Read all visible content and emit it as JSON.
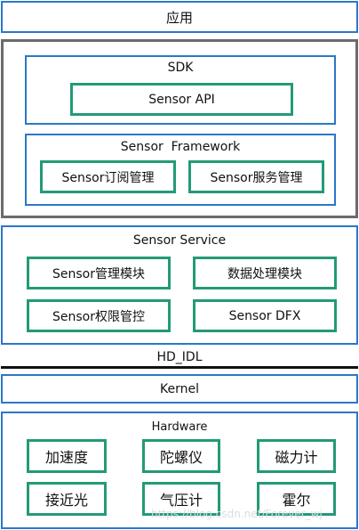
{
  "layers": {
    "application": "应用",
    "sdk": {
      "title": "SDK",
      "api": "Sensor API",
      "framework": {
        "title": "Sensor  Framework",
        "subscribe": "Sensor订阅管理",
        "service_mgmt": "Sensor服务管理"
      }
    },
    "sensor_service": {
      "title": "Sensor Service",
      "management": "Sensor管理模块",
      "data_processing": "数据处理模块",
      "permission": "Sensor权限管控",
      "dfx": "Sensor DFX"
    },
    "hd_idl": "HD_IDL",
    "kernel": "Kernel",
    "hardware": {
      "title": "Hardware",
      "items": [
        "加速度",
        "陀螺仪",
        "磁力计",
        "接近光",
        "气压计",
        "霍尔"
      ]
    }
  },
  "watermark": "https://blog.csdn.net/Forever_wj",
  "colors": {
    "layer_border": "#2a78c8",
    "outer_border": "#6b6b6b",
    "module_border": "#239a77"
  }
}
